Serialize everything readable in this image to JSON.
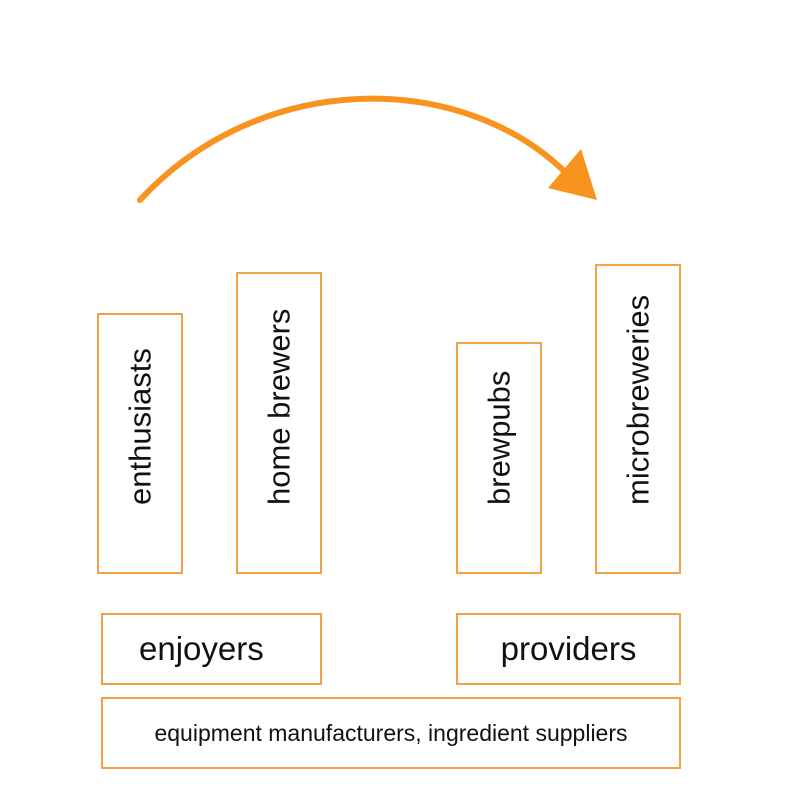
{
  "diagram": {
    "accent_color": "#f5a14a",
    "arrow_color": "#f7931e",
    "vertical_boxes": [
      {
        "label": "enthusiasts"
      },
      {
        "label": "home brewers"
      },
      {
        "label": "brewpubs"
      },
      {
        "label": "microbreweries"
      }
    ],
    "groups": {
      "enjoyers": "enjoyers",
      "providers": "providers"
    },
    "base": "equipment manufacturers, ingredient suppliers"
  }
}
